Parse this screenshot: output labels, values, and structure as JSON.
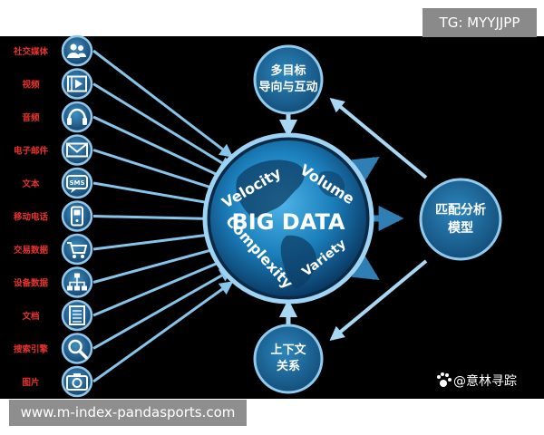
{
  "badges": {
    "top": "TG: MYYJJPP",
    "bottom": "www.m-index-pandasports.com"
  },
  "sources": [
    {
      "label": "社交媒体",
      "icon": "people-icon"
    },
    {
      "label": "视频",
      "icon": "film-icon"
    },
    {
      "label": "音频",
      "icon": "headphones-icon"
    },
    {
      "label": "电子邮件",
      "icon": "envelope-icon"
    },
    {
      "label": "文本",
      "icon": "sms-icon",
      "icon_text": "SMS"
    },
    {
      "label": "移动电话",
      "icon": "mobile-phone-icon"
    },
    {
      "label": "交易数据",
      "icon": "shopping-cart-icon"
    },
    {
      "label": "设备数据",
      "icon": "network-icon"
    },
    {
      "label": "文档",
      "icon": "document-icon"
    },
    {
      "label": "搜索引擎",
      "icon": "magnifier-icon"
    },
    {
      "label": "图片",
      "icon": "camera-icon"
    }
  ],
  "globe": {
    "title": "BIG DATA",
    "words": [
      "Velocity",
      "Volume",
      "Complexity",
      "Variety"
    ]
  },
  "nodes": {
    "top": [
      "多目标",
      "导向与互动"
    ],
    "right": [
      "匹配分析",
      "模型"
    ],
    "bottom": [
      "上下文",
      "关系"
    ]
  },
  "watermark": "@意林寻踪",
  "colors": {
    "background": "#000000",
    "label_red": "#e8322d",
    "arrow_blue": "#86c4ea",
    "node_fill": "#1f6c9c",
    "node_ring": "#8fcbee",
    "globe_fill": "#1b7fbb"
  }
}
